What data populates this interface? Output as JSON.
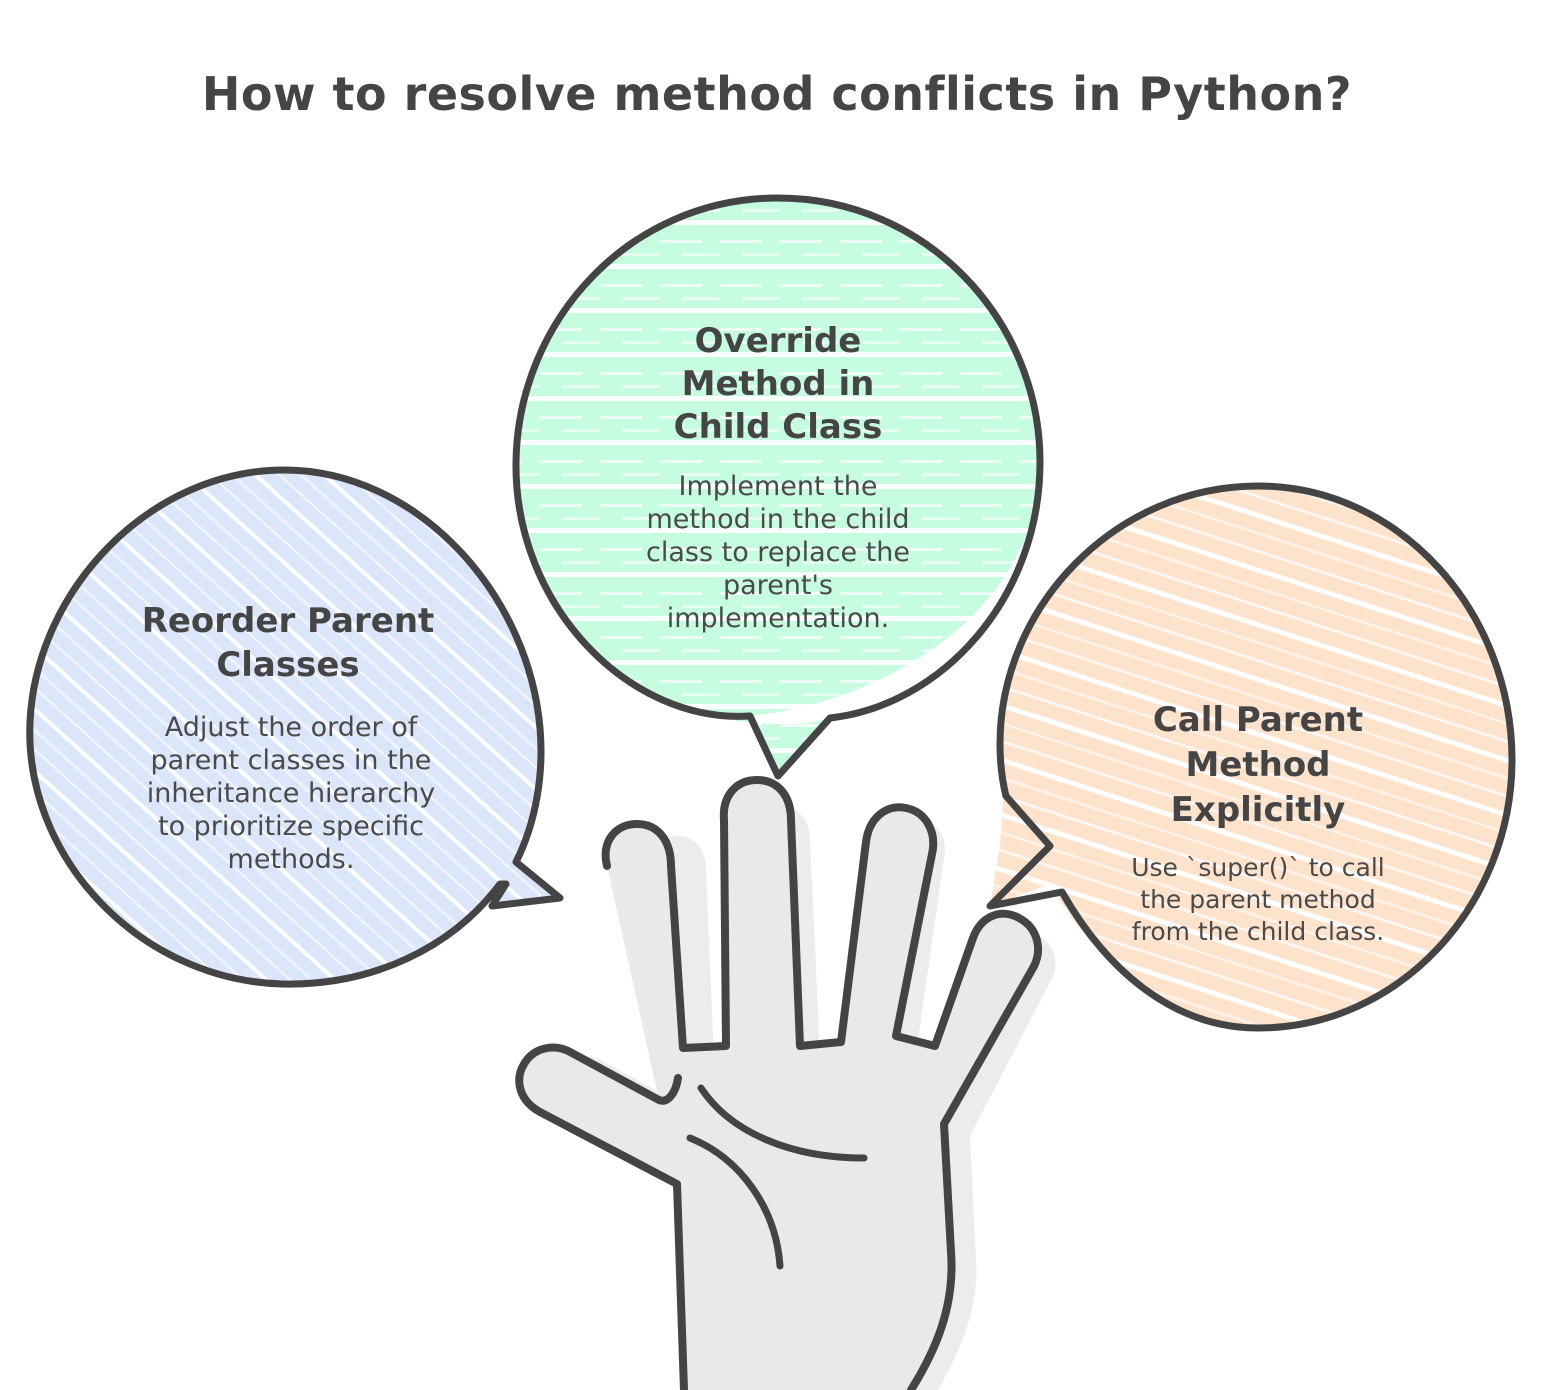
{
  "page": {
    "title": "How to resolve method conflicts in Python?",
    "background_color": "#ffffff",
    "text_color": "#454545"
  },
  "illustration": {
    "name": "open-hand",
    "fill_color": "#e9e9e9",
    "outline_color": "#444444",
    "finger_count": 5
  },
  "bubbles": [
    {
      "id": "reorder-parent-classes",
      "heading": "Reorder Parent Classes",
      "body": "Adjust the order of parent classes in the inheritance hierarchy to prioritize specific methods.",
      "body_lines": [
        "Adjust the order of",
        "parent classes in the",
        "inheritance hierarchy",
        "to prioritize specific",
        "methods."
      ],
      "heading_lines": [
        "Reorder Parent",
        "Classes"
      ],
      "fill_color": "#dce6fb",
      "outline_color": "#444444",
      "position": "left",
      "tail_direction": "right-down"
    },
    {
      "id": "override-method-in-child-class",
      "heading": "Override Method in Child Class",
      "body": "Implement the method in the child class to replace the parent's implementation.",
      "body_lines": [
        "Implement the",
        "method in the child",
        "class to replace the",
        "parent's",
        "implementation."
      ],
      "heading_lines": [
        "Override",
        "Method in",
        "Child Class"
      ],
      "fill_color": "#c6fce0",
      "outline_color": "#444444",
      "position": "center",
      "tail_direction": "down"
    },
    {
      "id": "call-parent-method-explicitly",
      "heading": "Call Parent Method Explicitly",
      "body": "Use `super()` to call the parent method from the child class.",
      "body_lines": [
        "Use `super()` to call",
        "the parent method",
        "from the child class."
      ],
      "heading_lines": [
        "Call Parent",
        "Method",
        "Explicitly"
      ],
      "fill_color": "#fde2cc",
      "outline_color": "#444444",
      "position": "right",
      "tail_direction": "left-down"
    }
  ]
}
